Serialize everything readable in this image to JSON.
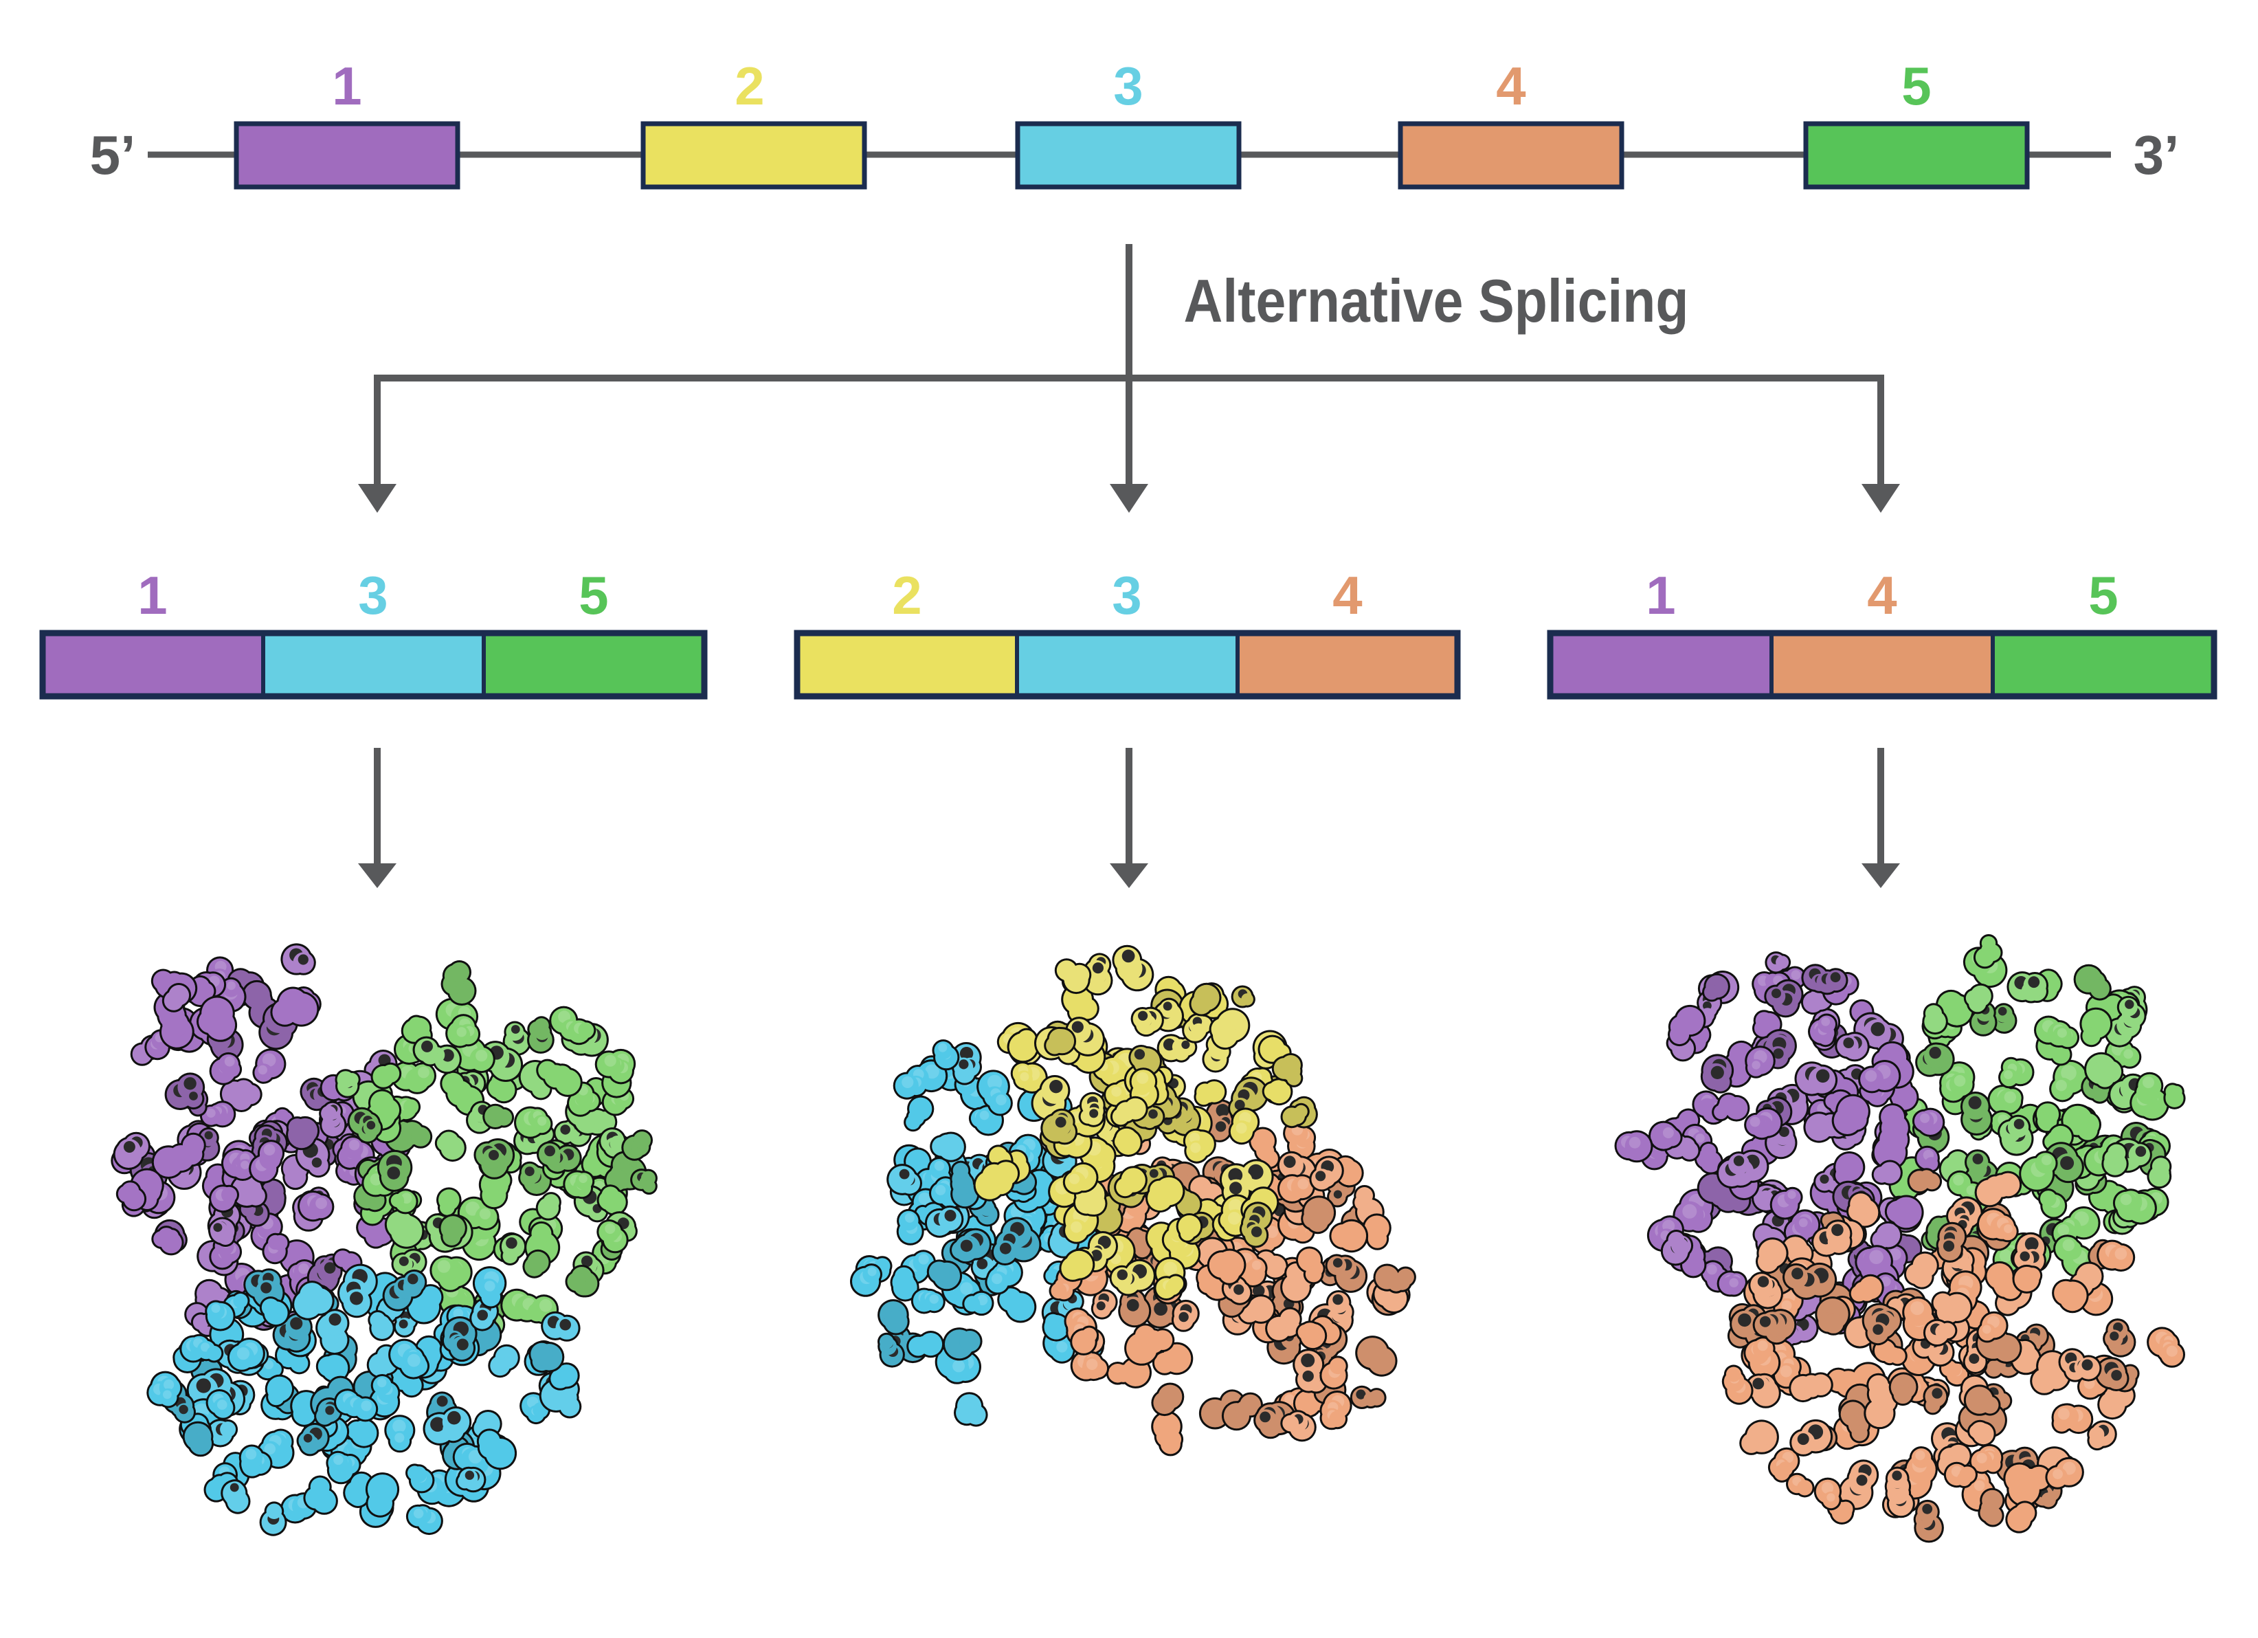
{
  "splice_label": "Alternative Splicing",
  "gene": {
    "five_prime_label": "5’",
    "three_prime_label": "3’",
    "exons": [
      {
        "number": "1"
      },
      {
        "number": "2"
      },
      {
        "number": "3"
      },
      {
        "number": "4"
      },
      {
        "number": "5"
      }
    ]
  },
  "isoforms": [
    {
      "name": "isoform-1-3-5",
      "exons": [
        "1",
        "3",
        "5"
      ]
    },
    {
      "name": "isoform-2-3-4",
      "exons": [
        "2",
        "3",
        "4"
      ]
    },
    {
      "name": "isoform-1-4-5",
      "exons": [
        "1",
        "4",
        "5"
      ]
    }
  ],
  "proteins": [
    {
      "name": "protein-from-isoform-1-3-5",
      "domains": [
        "1",
        "5",
        "3"
      ]
    },
    {
      "name": "protein-from-isoform-2-3-4",
      "domains": [
        "3",
        "4",
        "2"
      ]
    },
    {
      "name": "protein-from-isoform-1-4-5",
      "domains": [
        "5",
        "1",
        "4"
      ]
    }
  ],
  "colors": {
    "line": "#58595B",
    "label": "#58595B",
    "border": "#1B2C4F",
    "outline": "#101010",
    "exon": {
      "1": "#A06CBE",
      "2": "#EAE160",
      "3": "#66CFE3",
      "4": "#E2996E",
      "5": "#57C458"
    },
    "protein": {
      "1": "#A474C4",
      "2": "#E7DE68",
      "3": "#52C9E8",
      "4": "#EFA67D",
      "5": "#86D573"
    }
  }
}
